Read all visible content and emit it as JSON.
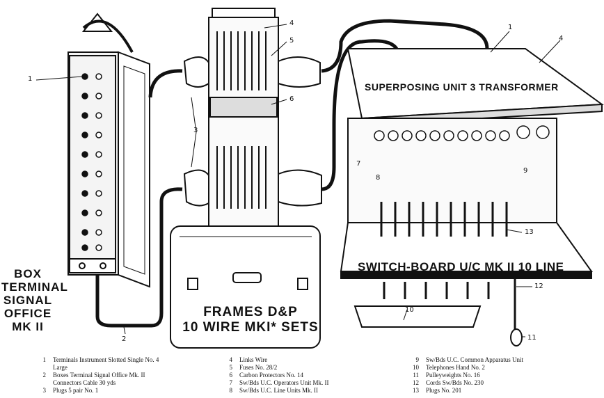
{
  "titles": {
    "box_lines": [
      "BOX",
      "TERMINAL",
      "SIGNAL",
      "OFFICE",
      "MK II"
    ],
    "frames_lines": [
      "FRAMES D&P",
      "10 WIRE MKI* SETS"
    ],
    "superposing": "SUPERPOSING UNIT 3 TRANSFORMER",
    "switchboard": "SWITCH-BOARD U/C MK II 10 LINE"
  },
  "callouts": [
    "1",
    "2",
    "3",
    "4",
    "5",
    "6",
    "7",
    "8",
    "9",
    "10",
    "11",
    "12",
    "13"
  ],
  "legend": {
    "col1": [
      {
        "num": "1",
        "text": "Terminals Instrument Slotted Single No. 4",
        "cont": "Large"
      },
      {
        "num": "2",
        "text": "Boxes Terminal Signal Office Mk. II",
        "cont": "Connectors Cable 30 yds"
      },
      {
        "num": "3",
        "text": "Plugs 5 pair No. 1"
      }
    ],
    "col2": [
      {
        "num": "4",
        "text": "Links Wire"
      },
      {
        "num": "5",
        "text": "Fuses No. 28/2"
      },
      {
        "num": "6",
        "text": "Carbon Protectors No. 14"
      },
      {
        "num": "7",
        "text": "Sw/Bds U.C. Operators Unit Mk. II"
      },
      {
        "num": "8",
        "text": "Sw/Bds U.C. Line Units Mk. II"
      }
    ],
    "col3": [
      {
        "num": "9",
        "text": "Sw/Bds U.C. Common Apparatus Unit"
      },
      {
        "num": "10",
        "text": "Telephones Hand No. 2"
      },
      {
        "num": "11",
        "text": "Pulleyweights No. 16"
      },
      {
        "num": "12",
        "text": "Cords Sw/Bds No. 230"
      },
      {
        "num": "13",
        "text": "Plugs No. 201"
      }
    ]
  }
}
